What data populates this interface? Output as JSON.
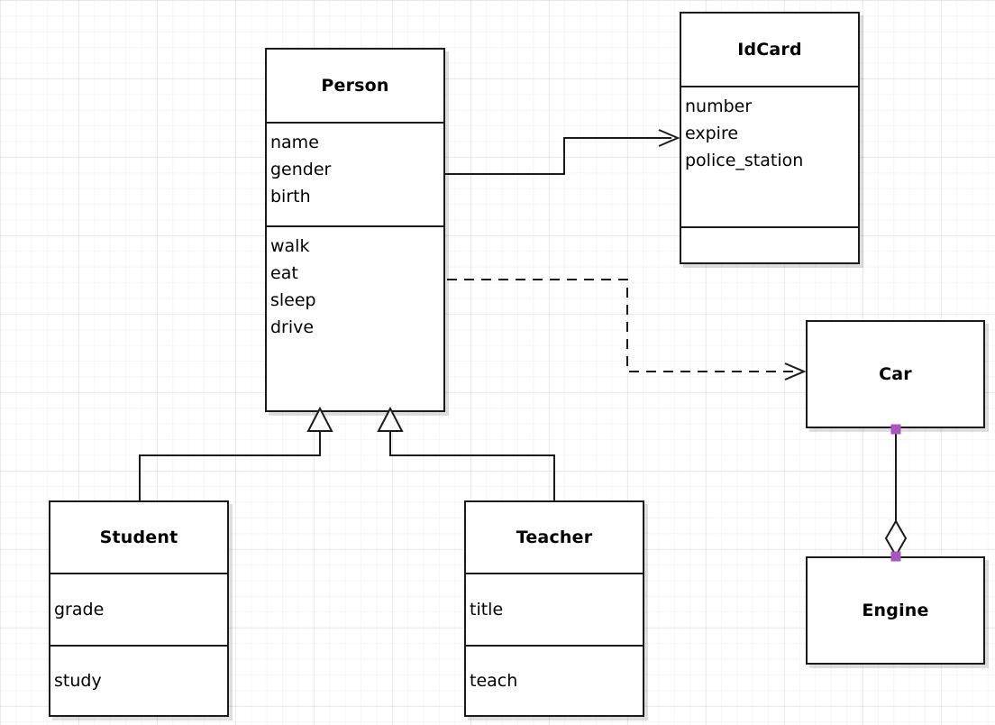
{
  "diagram": {
    "kind": "uml-class-diagram",
    "background_color": "#ffffff",
    "grid_color": "#f0f0f0",
    "line_color": "#1b1b1b",
    "handle_color": "#a855c0",
    "classes": [
      {
        "id": "person",
        "name": "Person",
        "attributes": [
          "name",
          "gender",
          "birth"
        ],
        "operations": [
          "walk",
          "eat",
          "sleep",
          "drive"
        ]
      },
      {
        "id": "idcard",
        "name": "IdCard",
        "attributes": [
          "number",
          "expire",
          "police_station"
        ],
        "operations": []
      },
      {
        "id": "student",
        "name": "Student",
        "attributes": [
          "grade"
        ],
        "operations": [
          "study"
        ]
      },
      {
        "id": "teacher",
        "name": "Teacher",
        "attributes": [
          "title"
        ],
        "operations": [
          "teach"
        ]
      },
      {
        "id": "car",
        "name": "Car",
        "attributes": [],
        "operations": []
      },
      {
        "id": "engine",
        "name": "Engine",
        "attributes": [],
        "operations": []
      }
    ],
    "relationships": [
      {
        "id": "person-idcard",
        "type": "association",
        "source": "Person",
        "target": "IdCard",
        "line_style": "solid",
        "arrow": "open-arrow"
      },
      {
        "id": "person-car",
        "type": "dependency",
        "source": "Person",
        "target": "Car",
        "line_style": "dashed",
        "arrow": "open-arrow"
      },
      {
        "id": "student-person",
        "type": "generalization",
        "source": "Student",
        "target": "Person",
        "line_style": "solid",
        "arrow": "hollow-triangle"
      },
      {
        "id": "teacher-person",
        "type": "generalization",
        "source": "Teacher",
        "target": "Person",
        "line_style": "solid",
        "arrow": "hollow-triangle"
      },
      {
        "id": "car-engine",
        "type": "aggregation",
        "source": "Car",
        "target": "Engine",
        "line_style": "solid",
        "arrow": "hollow-diamond",
        "selected": true
      }
    ]
  }
}
